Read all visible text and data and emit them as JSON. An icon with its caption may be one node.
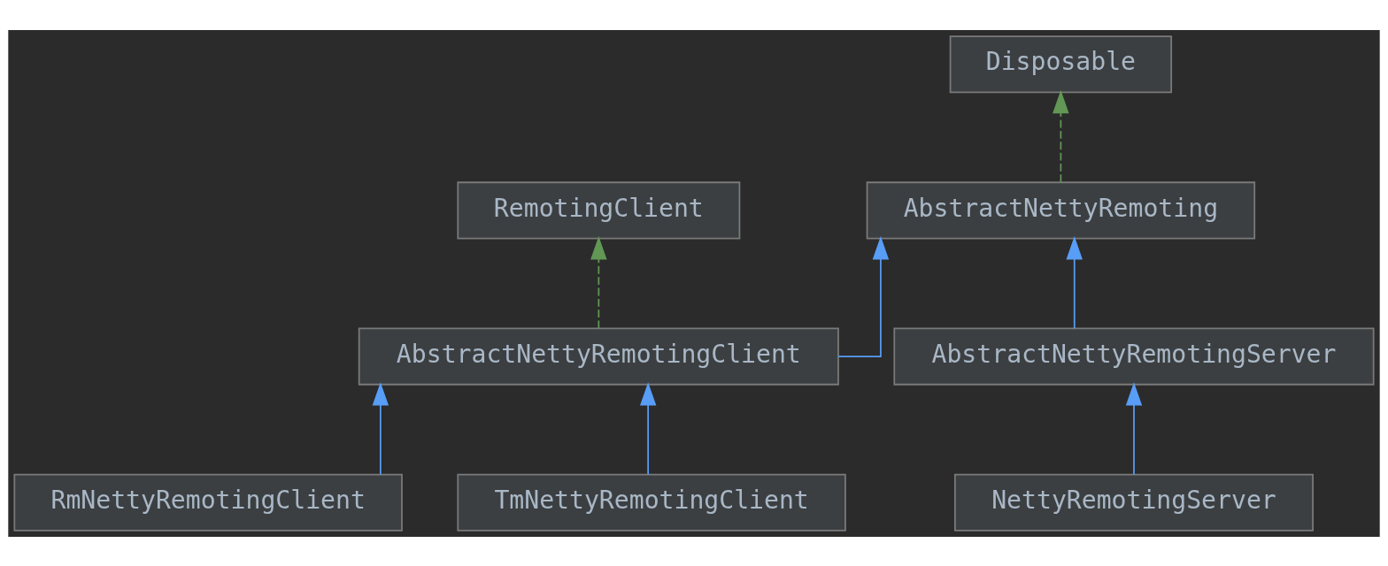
{
  "diagram": {
    "nodes": [
      {
        "text": [
          "Disposable"
        ]
      },
      {
        "text": [
          "RemotingClient"
        ]
      },
      {
        "text": [
          "AbstractNettyRemoting"
        ]
      },
      {
        "text": [
          "AbstractNettyRemotingClient"
        ]
      },
      {
        "text": [
          "AbstractNettyRemotingServer"
        ]
      },
      {
        "text": [
          "RmNettyRemotingClient"
        ]
      },
      {
        "text": [
          "TmNettyRemotingClient"
        ]
      },
      {
        "text": [
          "NettyRemotingServer"
        ]
      }
    ],
    "edges": [
      {
        "from": 2,
        "to": 0,
        "arrow": "to",
        "style": "dashed",
        "color": "#629755"
      },
      {
        "from": 3,
        "to": 1,
        "arrow": "to",
        "style": "dashed",
        "color": "#629755"
      },
      {
        "from": 3,
        "to": 2,
        "arrow": "to"
      },
      {
        "from": 4,
        "to": 2,
        "arrow": "to"
      },
      {
        "from": 5,
        "to": 3,
        "arrow": "to"
      },
      {
        "from": 6,
        "to": 3,
        "arrow": "to"
      },
      {
        "from": 7,
        "to": 4,
        "arrow": "to"
      }
    ]
  }
}
